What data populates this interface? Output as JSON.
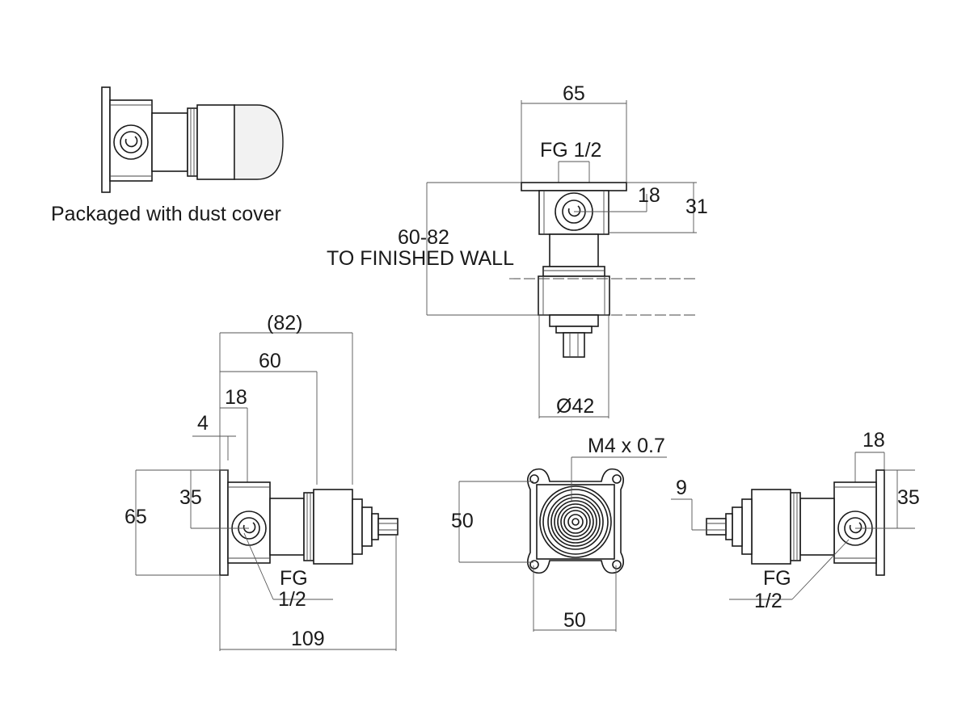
{
  "caption": "Packaged with dust cover",
  "top_view": {
    "width_dim": "65",
    "thread_label": "FG 1/2",
    "outlet_dim": "18",
    "body_dim": "31",
    "depth_dim": "60-82",
    "depth_note": "TO FINISHED WALL",
    "diameter_dim": "Ø42"
  },
  "left_view": {
    "overall_dim": "(82)",
    "body_length_dim": "60",
    "outlet_offset_dim": "18",
    "plate_dim": "4",
    "outlet_height_dim": "35",
    "height_dim": "65",
    "thread_label_line1": "FG",
    "thread_label_line2": "1/2",
    "total_length_dim": "109"
  },
  "front_view": {
    "screw_label": "M4 x 0.7",
    "height_dim": "50",
    "width_dim": "50"
  },
  "right_view": {
    "outlet_offset_dim": "18",
    "spindle_dim": "9",
    "outlet_height_dim": "35",
    "thread_label_line1": "FG",
    "thread_label_line2": "1/2"
  }
}
